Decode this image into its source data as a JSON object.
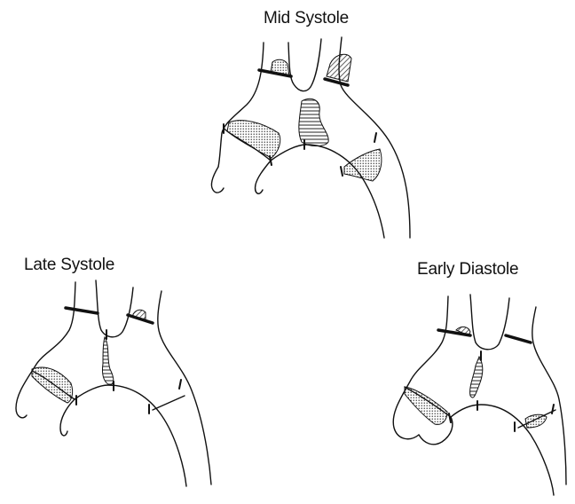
{
  "panels": {
    "mid": {
      "title": "Mid Systole"
    },
    "late": {
      "title": "Late Systole"
    },
    "early": {
      "title": "Early Diastole"
    }
  }
}
